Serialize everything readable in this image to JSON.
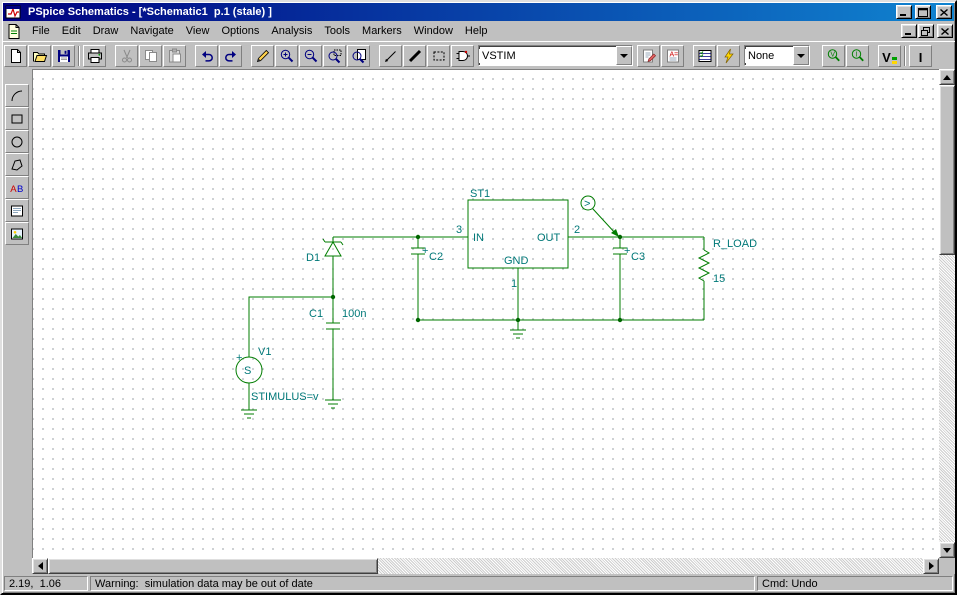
{
  "window": {
    "title": "PSpice Schematics - [*Schematic1  p.1 (stale) ]"
  },
  "menu": {
    "items": [
      "File",
      "Edit",
      "Draw",
      "Navigate",
      "View",
      "Options",
      "Analysis",
      "Tools",
      "Markers",
      "Window",
      "Help"
    ]
  },
  "toolbar": {
    "part_combo": {
      "value": "VSTIM"
    },
    "marker_combo": {
      "value": "None"
    },
    "bias_voltage_label": "V",
    "bias_current_label": "I"
  },
  "schematic": {
    "v1": {
      "ref": "V1",
      "plus": "+",
      "body": "S",
      "attr": "STIMULUS=v"
    },
    "c1": {
      "ref": "C1",
      "value": "100n"
    },
    "d1": {
      "ref": "D1"
    },
    "st1": {
      "ref": "ST1",
      "pin_in_label": "IN",
      "pin_out_label": "OUT",
      "pin_gnd_label": "GND",
      "pin_in_number": "3",
      "pin_out_number": "2",
      "pin_gnd_number": "1"
    },
    "c2": {
      "plus": "+",
      "ref": "C2"
    },
    "c3": {
      "plus": "+",
      "ref": "C3"
    },
    "r_load": {
      "ref": "R_LOAD",
      "value": "15"
    },
    "probe": {
      "glyph": ">"
    }
  },
  "statusbar": {
    "coordinates": "2.19,  1.06",
    "message": "Warning:  simulation data may be out of date",
    "command": "Cmd: Undo"
  }
}
